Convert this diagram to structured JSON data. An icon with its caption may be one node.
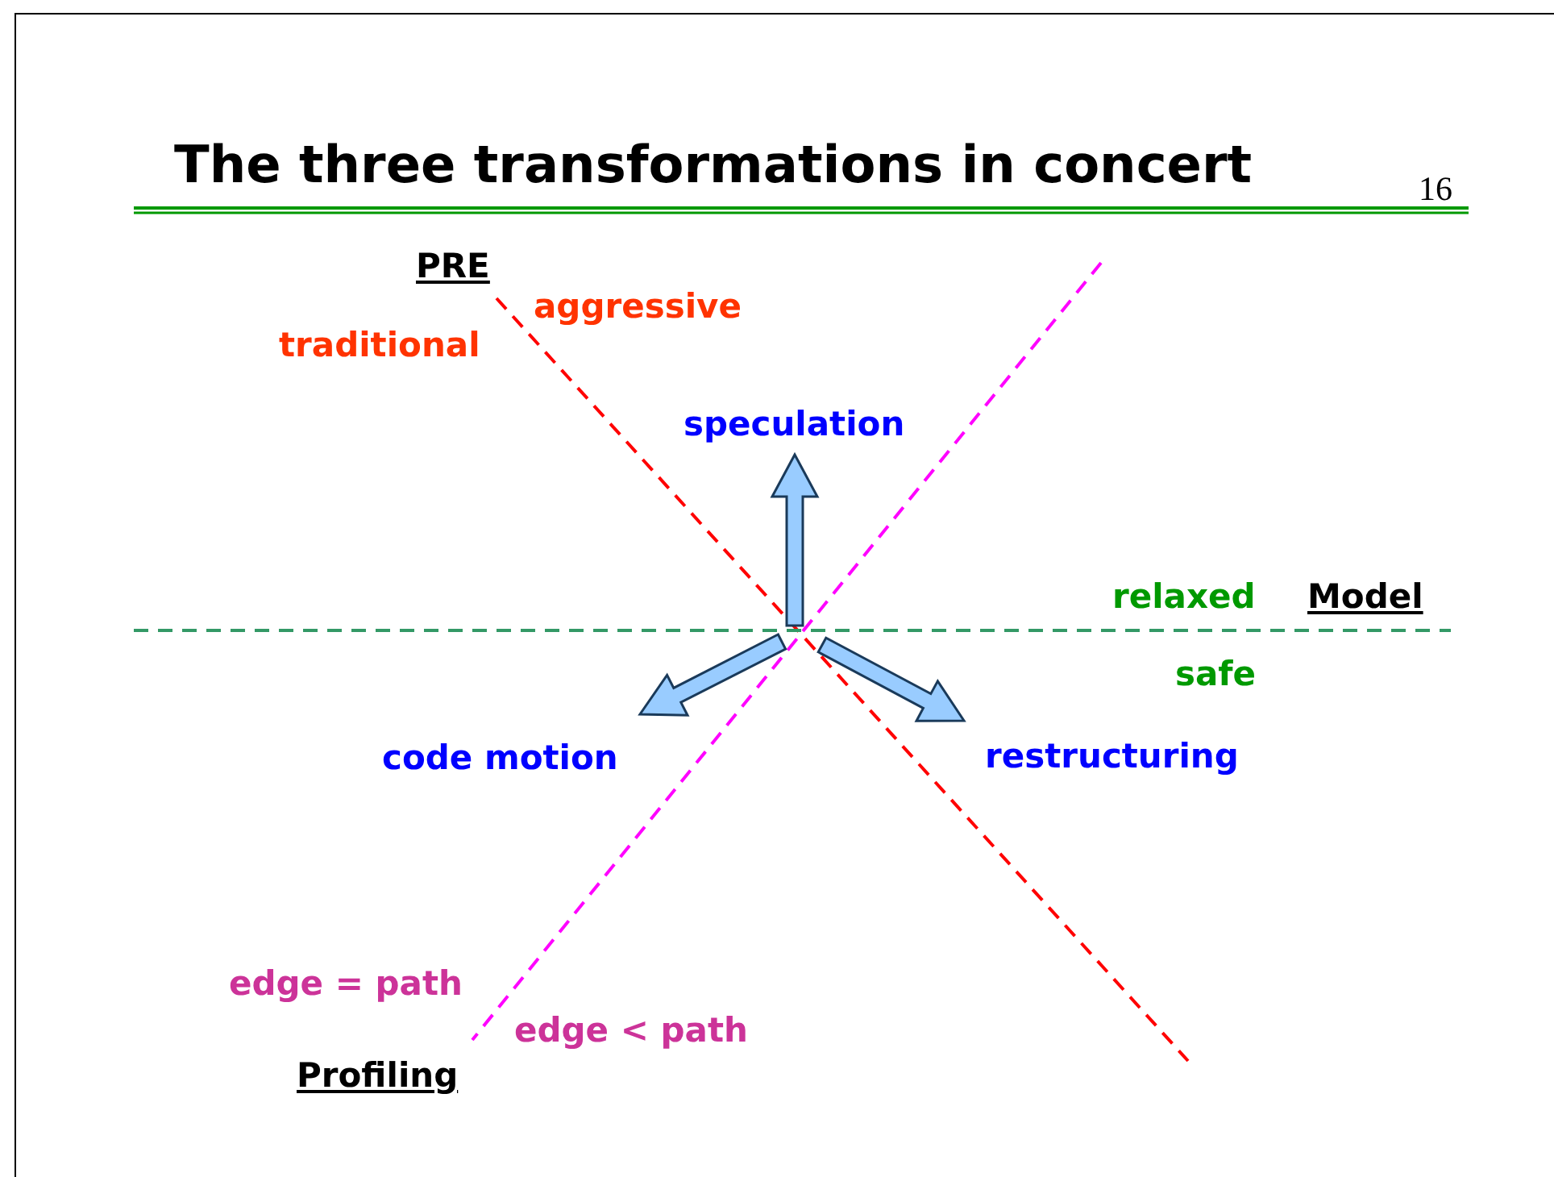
{
  "diagram": {
    "title": "The three transformations in concert",
    "nodes": [
      {
        "text": [
          "speculation"
        ]
      },
      {
        "text": [
          "code motion"
        ]
      },
      {
        "text": [
          "restructuring"
        ]
      }
    ],
    "edges": [
      {
        "from": null,
        "to": 0,
        "arrow": "to",
        "style": "thick",
        "color": "#99ccff"
      },
      {
        "from": null,
        "to": 1,
        "arrow": "to",
        "style": "thick",
        "color": "#99ccff"
      },
      {
        "from": null,
        "to": 2,
        "arrow": "to",
        "style": "thick",
        "color": "#99ccff"
      }
    ],
    "labels": [
      "16",
      "PRE",
      "aggressive",
      "traditional",
      "relaxed",
      "Model",
      "safe",
      "edge = path",
      "edge < path",
      "Profiling"
    ]
  }
}
